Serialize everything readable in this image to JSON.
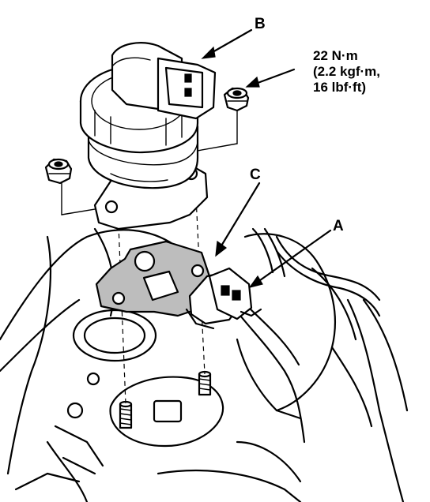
{
  "labels": {
    "a": "A",
    "b": "B",
    "c": "C"
  },
  "torque_spec": {
    "line1": "22 N·m",
    "line2": "(2.2 kgf·m,",
    "line3": "16 lbf·ft)"
  },
  "colors": {
    "ink": "#000000",
    "paper": "#ffffff",
    "gasket_fill": "#bdbdbd"
  }
}
